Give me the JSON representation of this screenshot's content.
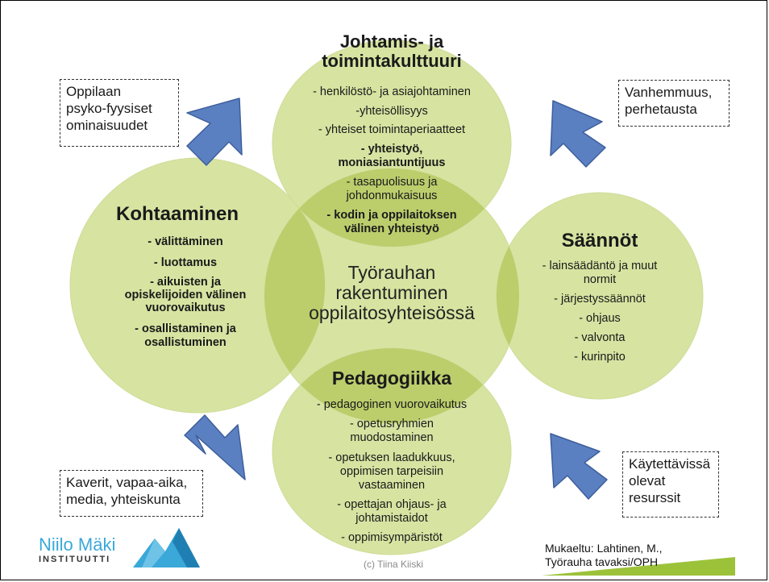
{
  "top": {
    "title_line1": "Johtamis- ja",
    "title_line2": "toimintakulttuuri",
    "items": [
      "- henkilöstö- ja asiajohtaminen",
      "-yhteisöllisyys",
      "- yhteiset toimintaperiaatteet",
      "- yhteistyö,",
      "moniasiantuntijuus",
      "- tasapuolisuus ja",
      "johdonmukaisuus",
      "- kodin ja oppilaitoksen",
      "välinen yhteistyö"
    ]
  },
  "left": {
    "title": "Kohtaaminen",
    "items": [
      "- välittäminen",
      "- luottamus",
      "- aikuisten ja",
      "opiskelijoiden välinen",
      "vuorovaikutus",
      "- osallistaminen ja",
      "osallistuminen"
    ]
  },
  "right": {
    "title": "Säännöt",
    "items": [
      "- lainsäädäntö ja muut",
      "normit",
      "- järjestyssäännöt",
      "- ohjaus",
      "- valvonta",
      "- kurinpito"
    ]
  },
  "bottom": {
    "title": "Pedagogiikka",
    "items": [
      "- pedagoginen vuorovaikutus",
      "- opetusryhmien",
      "muodostaminen",
      "- opetuksen laadukkuus,",
      "oppimisen tarpeisiin",
      "vastaaminen",
      "- opettajan ohjaus- ja",
      "johtamistaidot",
      "- oppimisympäristöt"
    ]
  },
  "center": {
    "line1": "Työrauhan",
    "line2": "rakentuminen",
    "line3": "oppilaitosyhteisössä"
  },
  "boxes": {
    "top_left": [
      "Oppilaan",
      "psyko-fyysiset",
      "ominaisuudet"
    ],
    "top_right": [
      "Vanhemmuus,",
      "perhetausta"
    ],
    "bottom_left": [
      "Kaverit, vapaa-aika,",
      "media, yhteiskunta"
    ],
    "bottom_right": [
      "Käytettävissä",
      "olevat",
      "resurssit"
    ]
  },
  "credits": {
    "copyright": "(c) Tiina Kiiski",
    "source_line1": "Mukaeltu: Lahtinen, M.,",
    "source_line2": "Työrauha tavaksi/OPH"
  },
  "logo": {
    "line1": "Niilo Mäki",
    "line2": "INSTITUUTTI"
  },
  "colors": {
    "circle_fill": "#d7e3a1",
    "overlap_fill": "#bccd6c",
    "arrow_fill": "#5b80c1",
    "arrow_stroke": "#3d5e9c",
    "accent_green": "#9cc23a",
    "logo_blue": "#3aa8d8"
  }
}
